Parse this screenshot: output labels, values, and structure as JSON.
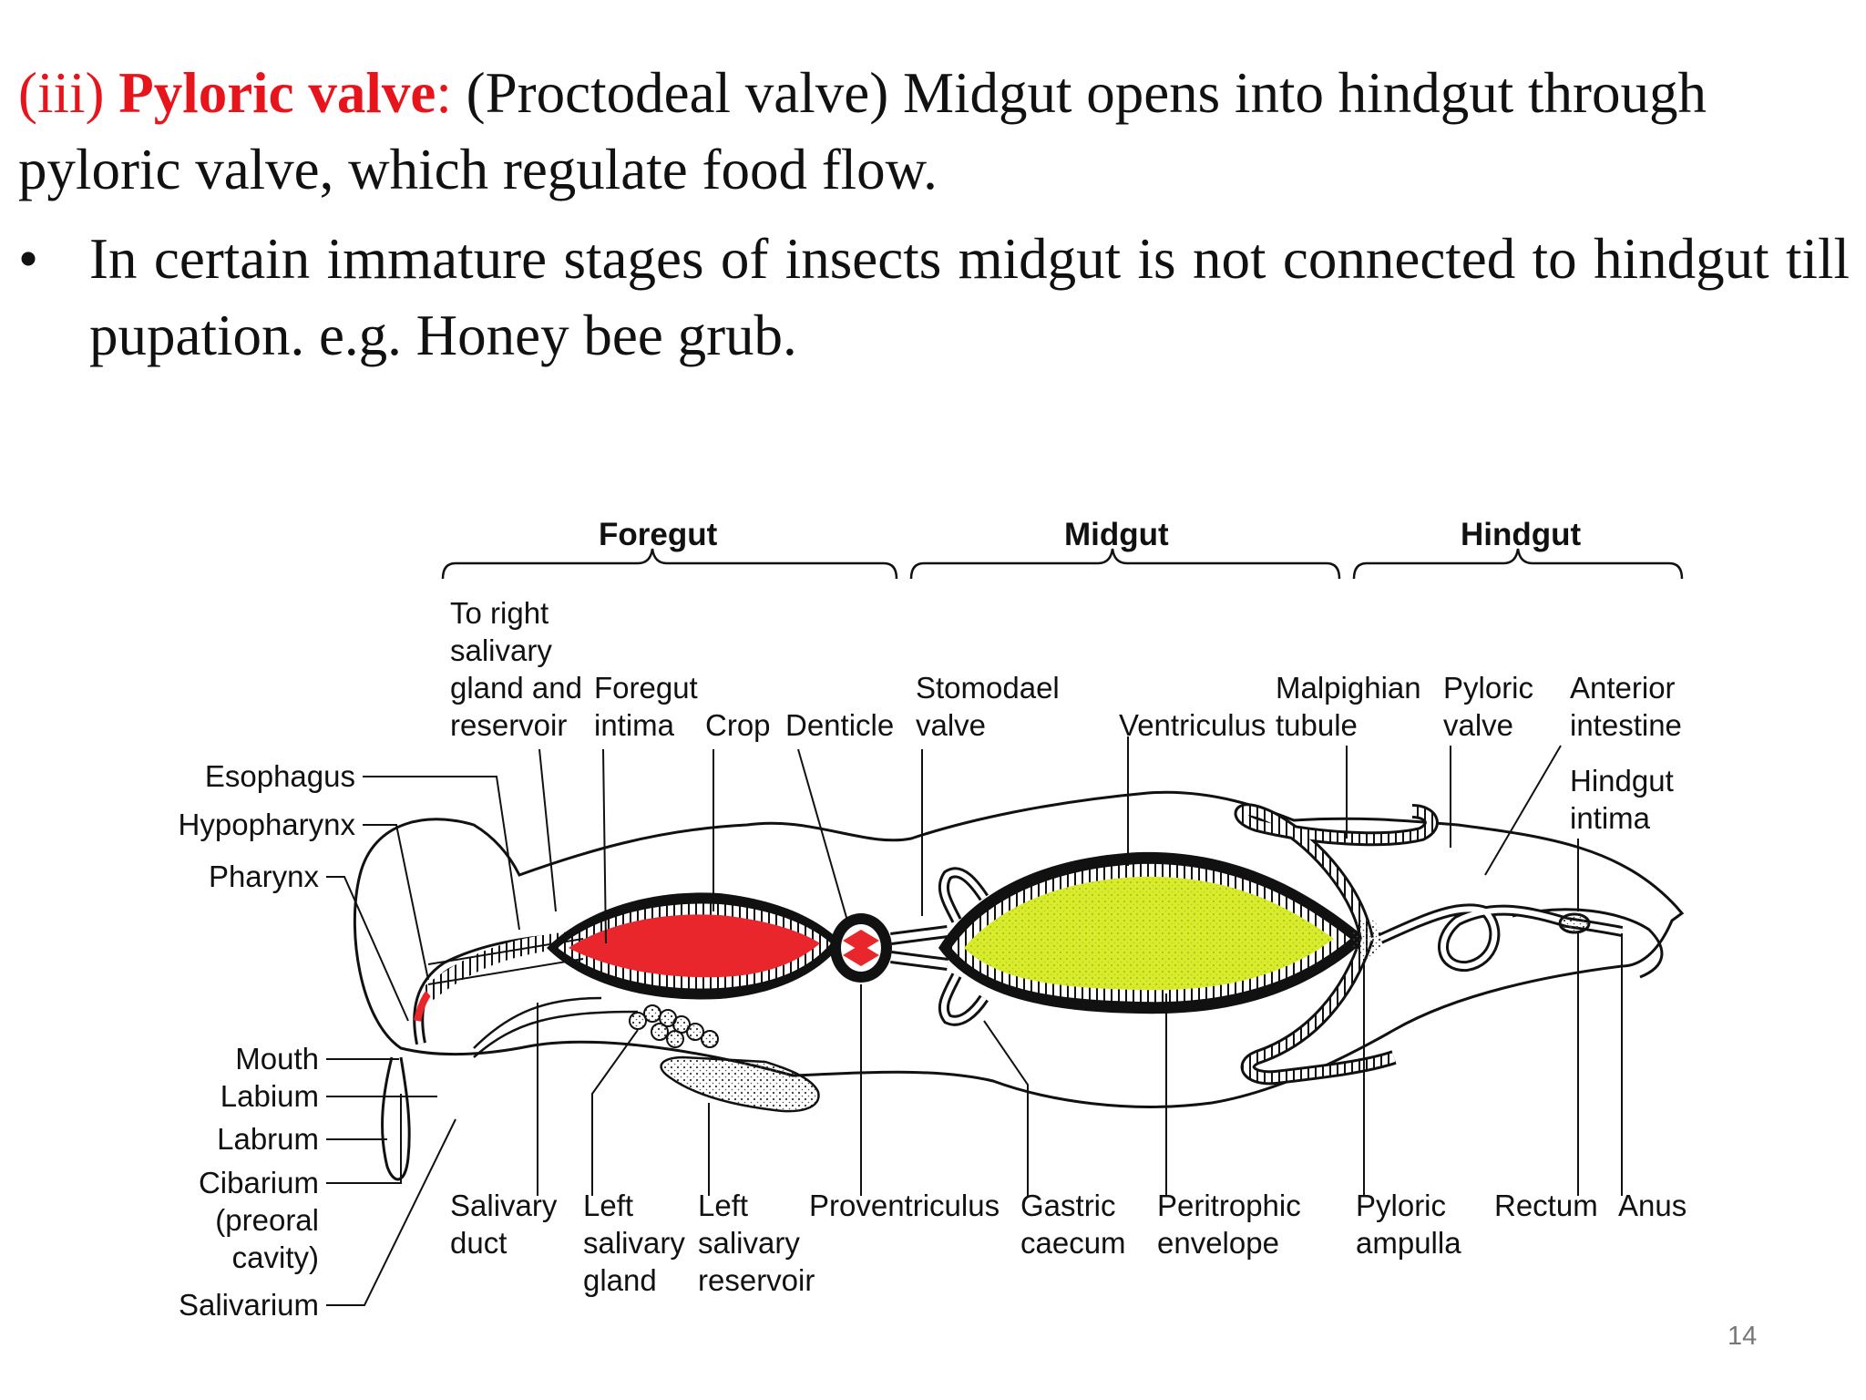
{
  "slide": {
    "para_prefix": "(iii) ",
    "para_term": "Pyloric valve",
    "para_colon": ":",
    "para_text": " (Proctodeal valve) Midgut opens into hindgut through pyloric valve, which regulate food flow.",
    "bullet_symbol": "•",
    "bullet_text": "In certain immature stages of insects midgut is not connected to hindgut till pupation. e.g. Honey bee grub.",
    "page_number": "14"
  },
  "diagram": {
    "sections": {
      "foregut": "Foregut",
      "midgut": "Midgut",
      "hindgut": "Hindgut"
    },
    "labels": {
      "to_right_salivary": [
        "To right",
        "salivary",
        "gland and",
        "reservoir"
      ],
      "foregut_intima": [
        "Foregut",
        "intima"
      ],
      "crop": "Crop",
      "denticle": "Denticle",
      "stomodael_valve": [
        "Stomodael",
        "valve"
      ],
      "ventriculus": "Ventriculus",
      "malpighian_tubule": [
        "Malpighian",
        "tubule"
      ],
      "pyloric_valve": [
        "Pyloric",
        "valve"
      ],
      "anterior_intestine": [
        "Anterior",
        "intestine"
      ],
      "hindgut_intima": [
        "Hindgut",
        "intima"
      ],
      "esophagus": "Esophagus",
      "hypopharynx": "Hypopharynx",
      "pharynx": "Pharynx",
      "mouth": "Mouth",
      "labium": "Labium",
      "labrum": "Labrum",
      "cibarium": [
        "Cibarium",
        "(preoral",
        "cavity)"
      ],
      "salivarium": "Salivarium",
      "salivary_duct": [
        "Salivary",
        "duct"
      ],
      "left_salivary_gland": [
        "Left",
        "salivary",
        "gland"
      ],
      "left_salivary_reservoir": [
        "Left",
        "salivary",
        "reservoir"
      ],
      "proventriculus": "Proventriculus",
      "gastric_caecum": [
        "Gastric",
        "caecum"
      ],
      "peritrophic_envelope": [
        "Peritrophic",
        "envelope"
      ],
      "pyloric_ampulla": [
        "Pyloric",
        "ampulla"
      ],
      "rectum": "Rectum",
      "anus": "Anus"
    },
    "colors": {
      "crop_fill": "#e8262b",
      "ventriculus_fill": "#d8ec2a",
      "outline": "#111111"
    }
  }
}
